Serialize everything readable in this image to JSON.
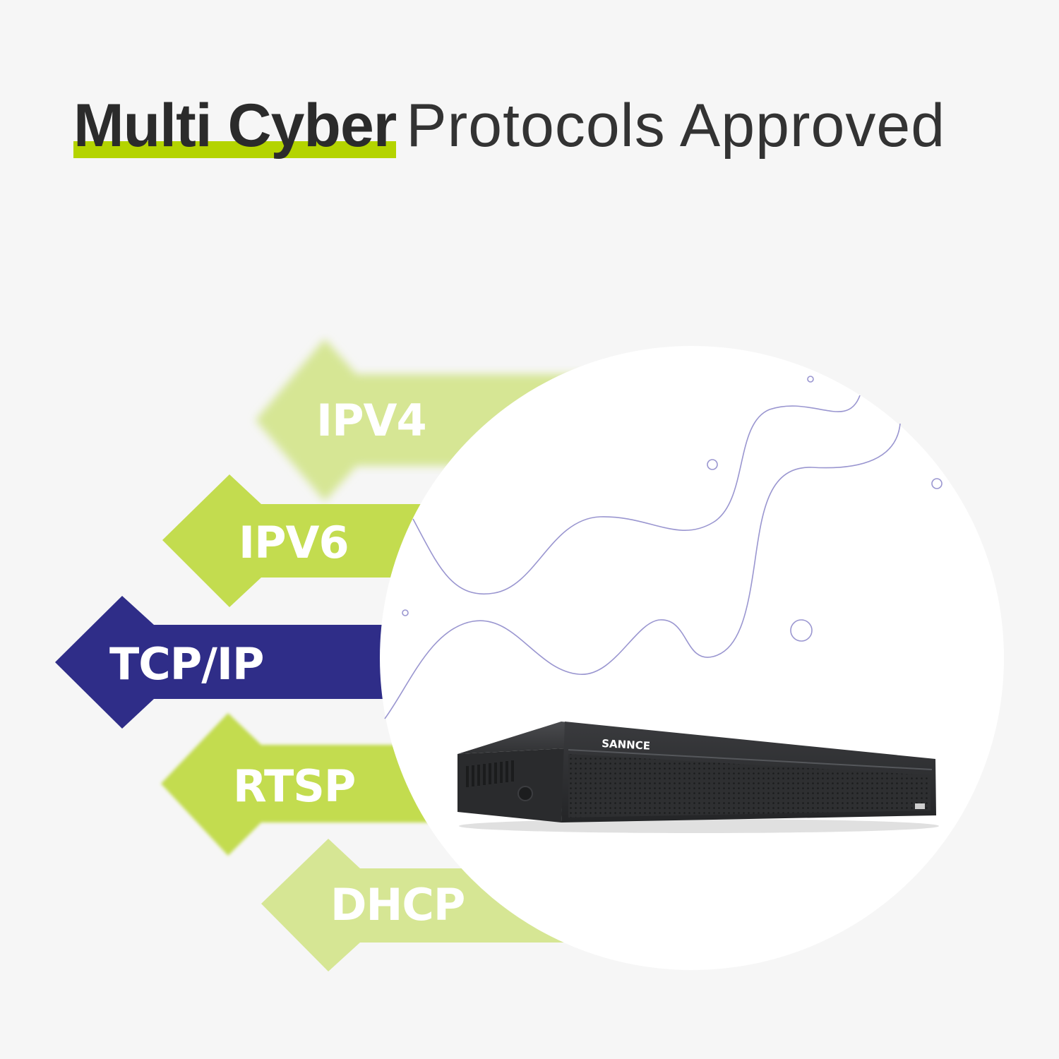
{
  "headline": {
    "bold_text": "Multi Cyber",
    "light_text": "Protocols Approved"
  },
  "colors": {
    "background": "#f6f6f6",
    "accent_green": "#b4d400",
    "arrow_green": "#c3dc4f",
    "arrow_green_faded": "#d6e694",
    "arrow_navy": "#2f2d88",
    "wave_line": "#9a96d0",
    "device_body": "#2c2d2f"
  },
  "protocols": [
    {
      "label": "IPV4"
    },
    {
      "label": "IPV6"
    },
    {
      "label": "TCP/IP"
    },
    {
      "label": "RTSP"
    },
    {
      "label": "DHCP"
    }
  ],
  "device": {
    "brand_logo": "SANNCE",
    "icon": "nvr-recorder-icon"
  }
}
